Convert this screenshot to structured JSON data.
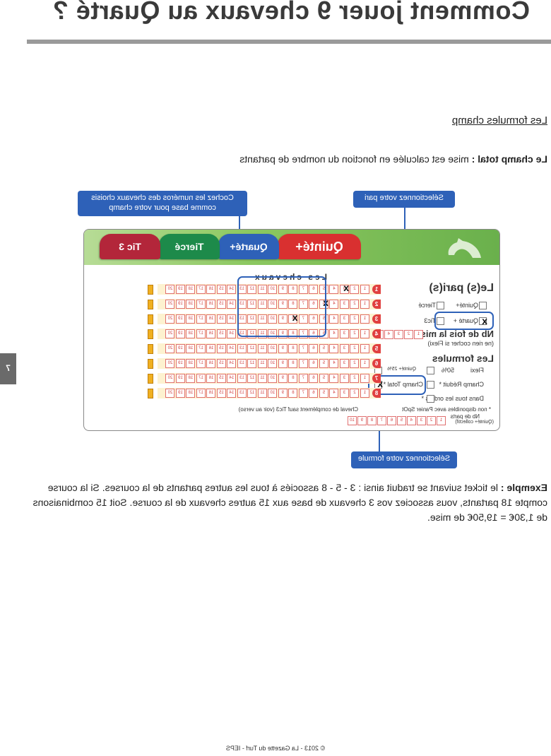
{
  "title": "Comment jouer 9 chevaux au Quarté ?",
  "section_heading": "Les formules champ",
  "intro": {
    "bold": "Le champ total :",
    "text": " mise est calculée en fonction du nombre de partants"
  },
  "callouts": {
    "pari": "Sélectionnez votre pari",
    "chevaux": "Cochez les numéros des chevaux choisis comme base pour votre champ",
    "formule": "Sélectionnez votre formule"
  },
  "ticket": {
    "tabs": {
      "quinte": "Quinté+",
      "quarte": "Quarté+",
      "tierce": "Tiercé",
      "tic3": "Tic 3"
    },
    "paris_heading": "Le(s) pari(s)",
    "paris": {
      "quinte": "Quinté+",
      "tierce": "Tiercé",
      "quarte": "Quarté +",
      "tic3": "Tic3"
    },
    "mise_heading": "Nb de fois la mise",
    "mise_note": "(ne rien cocher si Flexi)",
    "mise_values": [
      "1",
      "2",
      "3",
      "4",
      "5",
      "10",
      "20"
    ],
    "formules_heading": "Les formules",
    "formules": {
      "flexi": "Flexi",
      "flexi_pct": "50%",
      "quinte_pct": "Quinté+ 25%",
      "champ_reduit": "Champ Réduit *",
      "champ_total": "Champ Total *",
      "ordres": "Dans tous les ordres *"
    },
    "notes": {
      "non_dispo": "* non disponibles avec Panier SpOt",
      "nb_parts": "Nb de parts",
      "nb_parts_sub": "(Quinté+ collectif)"
    },
    "chevaux_heading": "Les chevaux",
    "cheval_complement": "Cheval de complément sauf Tic3 (voir au verso)",
    "rows": [
      "1",
      "2",
      "3",
      "4",
      "5",
      "6",
      "7",
      "8"
    ],
    "numbers": [
      "1",
      "2",
      "3",
      "4",
      "5",
      "6",
      "7",
      "8",
      "9",
      "10",
      "11",
      "12",
      "13",
      "14",
      "15",
      "16",
      "17",
      "18",
      "19",
      "20"
    ],
    "parts_numbers": [
      "1",
      "2",
      "3",
      "4",
      "5",
      "6",
      "7",
      "8",
      "9",
      "10"
    ]
  },
  "chapter_number": "7",
  "example": {
    "bold": "Exemple :",
    "text": " le ticket suivant se traduit ainsi : 3 - 5 - 8 associés à tous les autres partants de la courses. Si la course compte 18 partants, vous associez vos 3 chevaux de base aux 15 autres chevaux de la course. Soit 15 combinaisons de 1,30€ = 19,50€ de mise."
  },
  "footer": "© 2013 - La Gazette du Turf - IEPS",
  "colors": {
    "callout": "#2e61b8",
    "quinte": "#d93030",
    "quarte": "#2e61b8",
    "tierce": "#1d8a4a",
    "tic3": "#b3263a"
  }
}
